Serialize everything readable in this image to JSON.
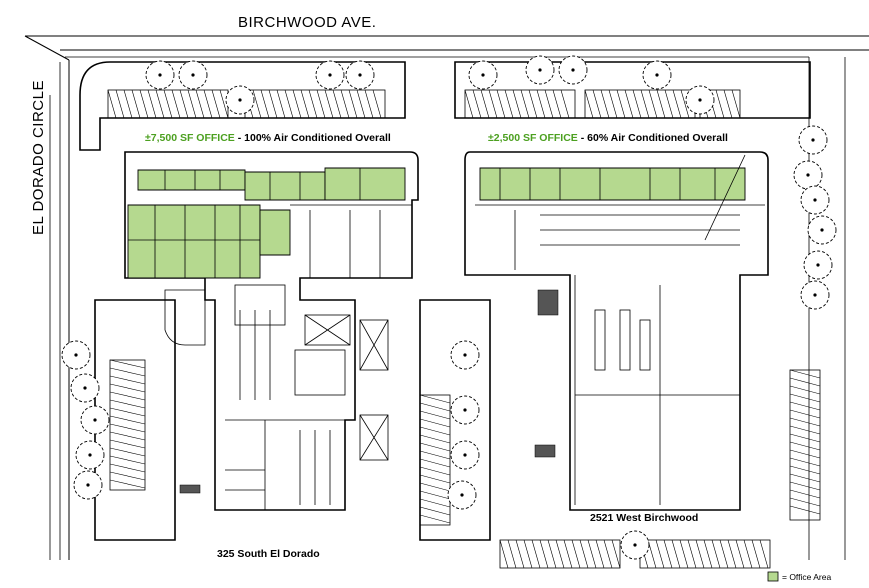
{
  "streets": {
    "top": "BIRCHWOOD AVE.",
    "left": "EL DORADO CIRCLE"
  },
  "buildings": {
    "west": {
      "name": "325 South El Dorado",
      "office_area": "±7,500 SF OFFICE",
      "separator": " - ",
      "ac_note": "100% Air Conditioned Overall"
    },
    "east": {
      "name": "2521 West Birchwood",
      "office_area": "±2,500 SF OFFICE",
      "separator": " - ",
      "ac_note": "60% Air Conditioned Overall"
    }
  },
  "legend": {
    "label": "= Office Area",
    "swatch_color": "#b5d98f"
  },
  "colors": {
    "office_fill": "#b5d98f",
    "office_text": "#4ca020",
    "line": "#000000"
  }
}
